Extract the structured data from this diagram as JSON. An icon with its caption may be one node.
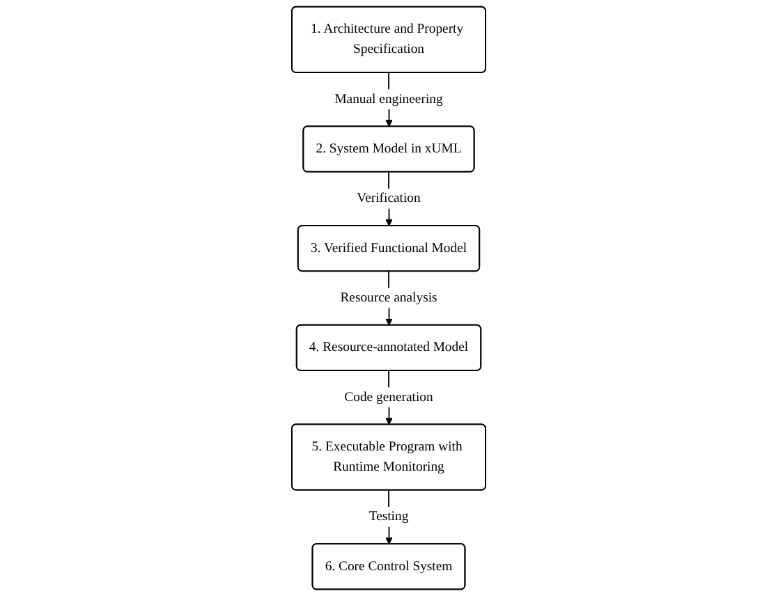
{
  "diagram": {
    "nodes": [
      {
        "text": [
          "1. Architecture and Property Specification"
        ]
      },
      {
        "text": [
          "2. System Model in xUML"
        ]
      },
      {
        "text": [
          "3. Verified Functional Model"
        ]
      },
      {
        "text": [
          "4. Resource-annotated Model"
        ]
      },
      {
        "text": [
          "5. Executable Program with Runtime Monitoring"
        ]
      },
      {
        "text": [
          "6. Core Control System"
        ]
      }
    ],
    "edges": [
      {
        "from": 0,
        "to": 1,
        "arrow": "to",
        "label": "Manual engineering"
      },
      {
        "from": 1,
        "to": 2,
        "arrow": "to",
        "label": "Verification"
      },
      {
        "from": 2,
        "to": 3,
        "arrow": "to",
        "label": "Resource analysis"
      },
      {
        "from": 3,
        "to": 4,
        "arrow": "to",
        "label": "Code generation"
      },
      {
        "from": 4,
        "to": 5,
        "arrow": "to",
        "label": "Testing"
      }
    ]
  }
}
